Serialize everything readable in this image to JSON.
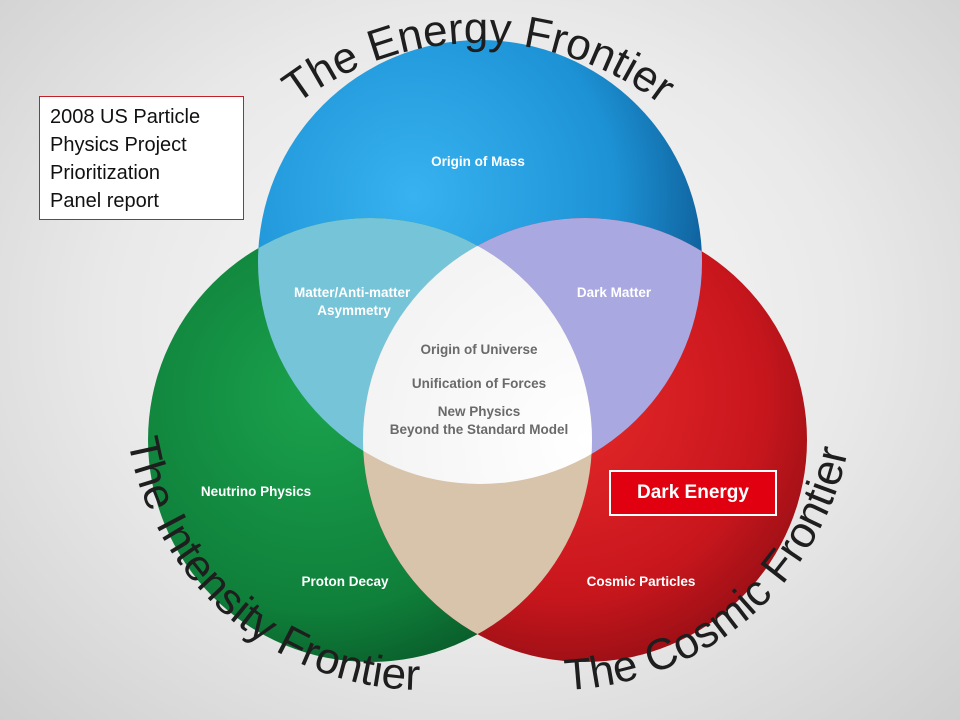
{
  "frontiers": {
    "energy": "The Energy Frontier",
    "intensity": "The Intensity Frontier",
    "cosmic": "The Cosmic Frontier"
  },
  "regions": {
    "origin_of_mass": "Origin of Mass",
    "matter_antimatter": [
      "Matter/Anti-matter",
      "Asymmetry"
    ],
    "dark_matter": "Dark Matter",
    "center": [
      "Origin of Universe",
      "Unification of Forces",
      "New Physics",
      "Beyond the Standard Model"
    ],
    "neutrino_physics": "Neutrino Physics",
    "proton_decay": "Proton Decay",
    "cosmic_particles": "Cosmic Particles"
  },
  "note": [
    "2008 US Particle",
    "Physics Project",
    "Prioritization",
    "Panel report"
  ],
  "dark_energy": "Dark Energy",
  "colors": {
    "energy": "#1e8fd4",
    "intensity": "#14853e",
    "cosmic": "#c8161d",
    "highlight": "#e0000f"
  }
}
